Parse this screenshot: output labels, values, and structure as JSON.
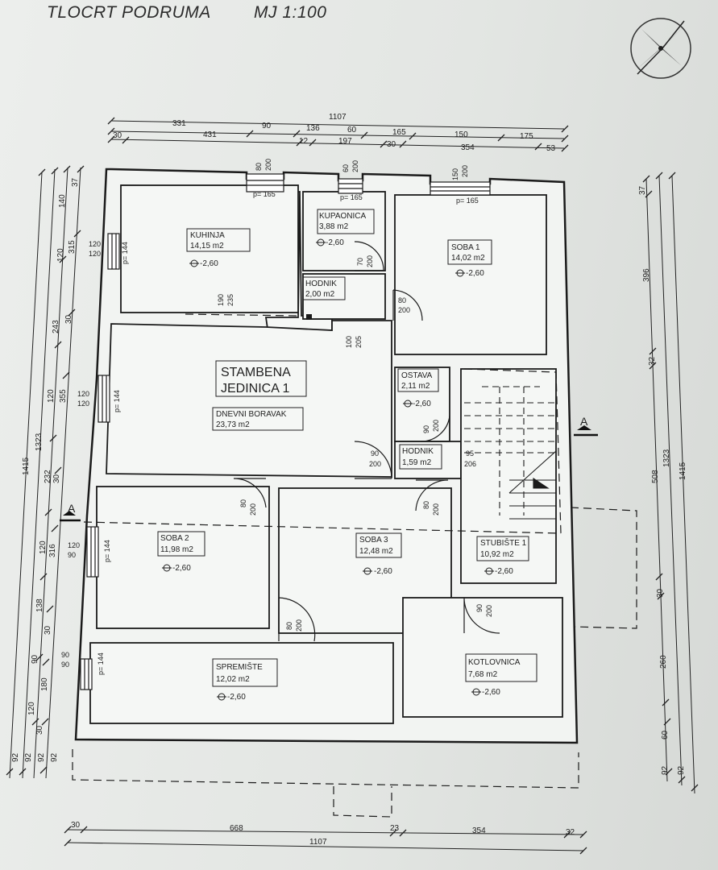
{
  "title": "TLOCRT PODRUMA",
  "scale": "MJ 1:100",
  "unit_label": "STAMBENA",
  "unit_label_2": "JEDINICA 1",
  "section_marker": "A",
  "rooms": {
    "kuhinja": {
      "name": "KUHINJA",
      "area": "14,15 m2",
      "level": "-2,60"
    },
    "kupaonica": {
      "name": "KUPAONICA",
      "area": "3,88 m2",
      "level": "-2,60"
    },
    "soba1": {
      "name": "SOBA 1",
      "area": "14,02 m2",
      "level": "-2,60"
    },
    "hodnik1": {
      "name": "HODNIK",
      "area": "2,00 m2"
    },
    "boravak": {
      "name": "DNEVNI BORAVAK",
      "area": "23,73 m2"
    },
    "ostava": {
      "name": "OSTAVA",
      "area": "2,11 m2",
      "level": "-2,60"
    },
    "hodnik2": {
      "name": "HODNIK",
      "area": "1,59 m2"
    },
    "soba2": {
      "name": "SOBA 2",
      "area": "11,98 m2",
      "level": "-2,60"
    },
    "soba3": {
      "name": "SOBA 3",
      "area": "12,48 m2",
      "level": "-2,60"
    },
    "stubiste": {
      "name": "STUBIŠTE 1",
      "area": "10,92 m2",
      "level": "-2,60"
    },
    "spremiste": {
      "name": "SPREMIŠTE",
      "area": "12,02 m2",
      "level": "-2,60"
    },
    "kotlovnica": {
      "name": "KOTLOVNICA",
      "area": "7,68 m2",
      "level": "-2,60"
    }
  },
  "parapet": {
    "p165": "p= 165",
    "p144": "p= 144"
  },
  "openings": {
    "w80": "80",
    "h60": "60",
    "w150": "150",
    "d80": "80",
    "d200": "200",
    "d90": "90",
    "d70": "70",
    "d190": "190",
    "d235": "235",
    "d100": "100",
    "d205": "205",
    "d95": "95",
    "d206": "206",
    "w120": "120",
    "w90": "90"
  },
  "dims_top": {
    "total": "1107",
    "r2": [
      "331",
      "90",
      "136",
      "60",
      "165",
      "150",
      "175"
    ],
    "r3": [
      "30",
      "431",
      "12",
      "197",
      "30",
      "354",
      "53"
    ]
  },
  "dims_bottom": {
    "r1": [
      "30",
      "668",
      "23",
      "354",
      "32"
    ],
    "total": "1107"
  },
  "dims_left": {
    "total": "1415",
    "sub": "1323",
    "c2": [
      "37",
      "315",
      "30",
      "355",
      "30",
      "316",
      "30",
      "180",
      "30"
    ],
    "c1": [
      "140",
      "120",
      "243",
      "120",
      "232",
      "120",
      "138",
      "90",
      "120"
    ],
    "base": [
      "92",
      "92",
      "92",
      "92"
    ]
  },
  "dims_right": {
    "total": "1415",
    "sub": "1323",
    "inner": [
      "37",
      "396",
      "32",
      "508",
      "30",
      "260",
      "60"
    ],
    "base": [
      "92",
      "92"
    ]
  }
}
